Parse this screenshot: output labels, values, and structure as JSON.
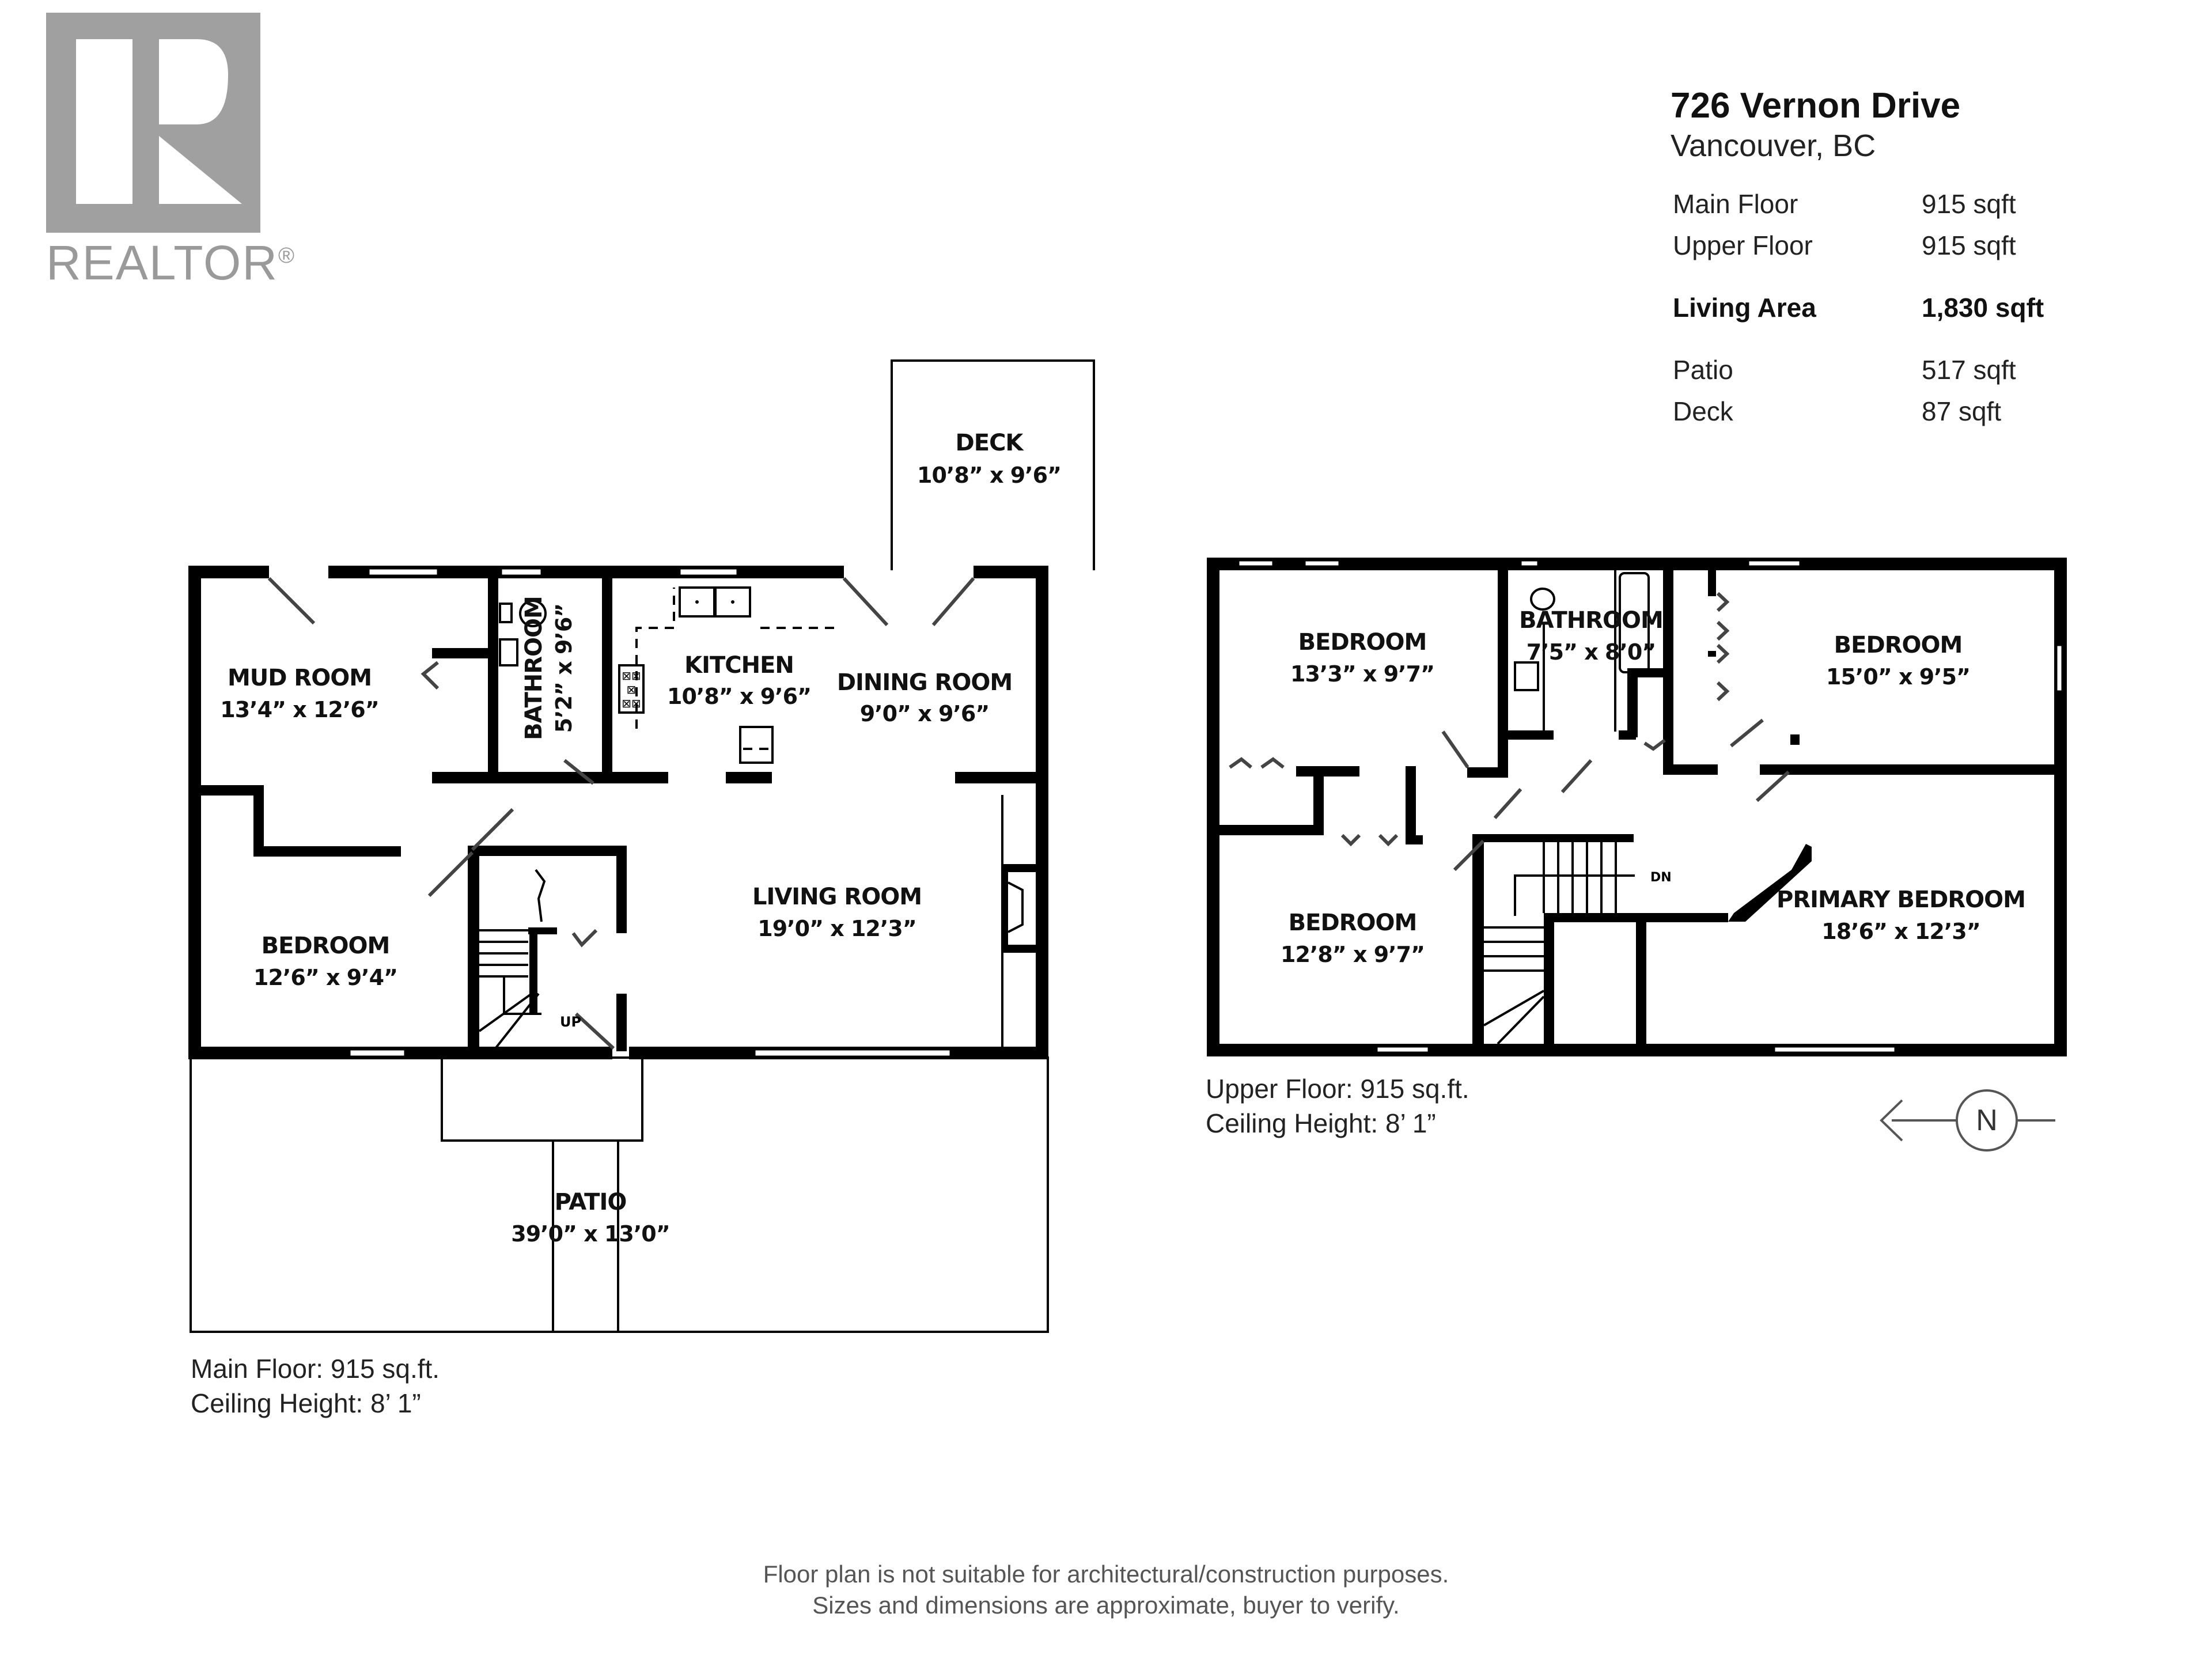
{
  "logo": {
    "wordmark": "REALTOR",
    "registered_mark": "®",
    "color": "#a0a0a0"
  },
  "summary": {
    "address": "726 Vernon Drive",
    "city": "Vancouver, BC",
    "rows": [
      {
        "label": "Main Floor",
        "value": "915 sqft",
        "bold": false
      },
      {
        "label": "Upper Floor",
        "value": "915 sqft",
        "bold": false
      },
      {
        "label": "Living Area",
        "value": "1,830 sqft",
        "bold": true
      },
      {
        "label": "Patio",
        "value": "517 sqft",
        "bold": false
      },
      {
        "label": "Deck",
        "value": "87 sqft",
        "bold": false
      }
    ]
  },
  "main_floor": {
    "caption_area": "Main Floor: 915 sq.ft.",
    "caption_ceiling": "Ceiling Height: 8’ 1”",
    "rooms": {
      "mud_room": {
        "name": "MUD ROOM",
        "dims": "13’4” x 12’6”"
      },
      "bathroom": {
        "name": "BATHROOM",
        "dims": "5’2” x 9’6”"
      },
      "kitchen": {
        "name": "KITCHEN",
        "dims": "10’8” x 9’6”"
      },
      "dining_room": {
        "name": "DINING ROOM",
        "dims": "9’0” x 9’6”"
      },
      "deck": {
        "name": "DECK",
        "dims": "10’8” x 9’6”"
      },
      "bedroom": {
        "name": "BEDROOM",
        "dims": "12’6” x 9’4”"
      },
      "living_room": {
        "name": "LIVING ROOM",
        "dims": "19’0” x 12’3”"
      },
      "patio": {
        "name": "PATIO",
        "dims": "39’0” x 13’0”"
      }
    },
    "stair_label": "UP"
  },
  "upper_floor": {
    "caption_area": "Upper Floor: 915 sq.ft.",
    "caption_ceiling": "Ceiling Height: 8’ 1”",
    "rooms": {
      "bedroom_1": {
        "name": "BEDROOM",
        "dims": "13’3” x 9’7”"
      },
      "bathroom": {
        "name": "BATHROOM",
        "dims": "7’5” x 8’0”"
      },
      "bedroom_2": {
        "name": "BEDROOM",
        "dims": "15’0” x 9’5”"
      },
      "bedroom_3": {
        "name": "BEDROOM",
        "dims": "12’8” x 9’7”"
      },
      "primary_bedroom": {
        "name": "PRIMARY BEDROOM",
        "dims": "18’6” x 12’3”"
      }
    },
    "stair_label": "DN"
  },
  "north_arrow": {
    "label": "N"
  },
  "disclaimer": {
    "line1": "Floor plan is not suitable for architectural/construction purposes.",
    "line2": "Sizes and dimensions are approximate, buyer to verify."
  }
}
